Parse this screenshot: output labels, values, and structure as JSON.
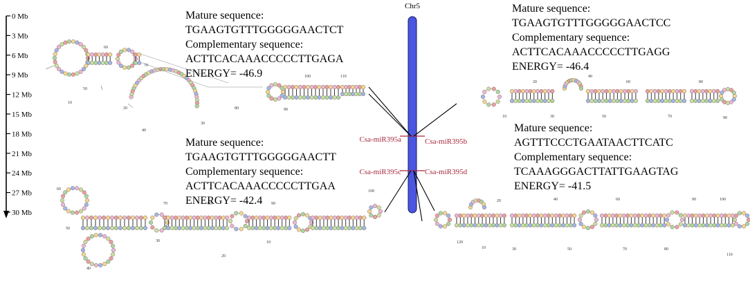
{
  "scale": {
    "ticks": [
      "0 Mb",
      "3 Mb",
      "6 Mb",
      "9 Mb",
      "12 Mb",
      "15 Mb",
      "18 Mb",
      "21 Mb",
      "24 Mb",
      "27 Mb",
      "30 Mb"
    ]
  },
  "chromosome": {
    "label": "Chr5",
    "color": "#4a56e0"
  },
  "loci": [
    {
      "name": "Csa-miR395a",
      "side": "left",
      "pair": 1
    },
    {
      "name": "Csa-miR395b",
      "side": "right",
      "pair": 1
    },
    {
      "name": "Csa-miR395c",
      "side": "left",
      "pair": 2
    },
    {
      "name": "Csa-miR395d",
      "side": "right",
      "pair": 2
    }
  ],
  "locus_color": "#a8283c",
  "panels": [
    {
      "id": "top-left",
      "mature_label": "Mature sequence:",
      "mature": "TGAAGTGTTTGGGGGAACTCT",
      "comp_label": "Complementary sequence:",
      "comp": "ACTTCACAAACCCCCTTGAGA",
      "energy": "ENERGY= -46.9"
    },
    {
      "id": "top-right",
      "mature_label": "Mature sequence:",
      "mature": "TGAAGTGTTTGGGGGAACTCC",
      "comp_label": "Complementary sequence:",
      "comp": "ACTTCACAAACCCCCTTGAGG",
      "energy": "ENERGY= -46.4"
    },
    {
      "id": "bottom-left",
      "mature_label": "Mature sequence:",
      "mature": "TGAAGTGTTTGGGGGAACTT",
      "comp_label": "Complementary sequence:",
      "comp": "ACTTCACAAACCCCCTTGAA",
      "energy": "ENERGY= -42.4"
    },
    {
      "id": "bottom-right",
      "mature_label": "Mature sequence:",
      "mature": "AGTTTCCCTGAATAACTTCATC",
      "comp_label": "Complementary sequence:",
      "comp": "TCAAAGGGACTTATTGAAGTAG",
      "energy": "ENERGY= -41.5"
    }
  ],
  "structure_numbers": {
    "tl": [
      "10",
      "20",
      "30",
      "40",
      "50",
      "60",
      "70",
      "80",
      "90",
      "100",
      "110"
    ],
    "tr": [
      "10",
      "20",
      "30",
      "40",
      "50",
      "60",
      "70",
      "80",
      "90"
    ],
    "bl": [
      "10",
      "20",
      "30",
      "40",
      "50",
      "60",
      "70",
      "80",
      "90",
      "100"
    ],
    "br": [
      "10",
      "20",
      "30",
      "40",
      "50",
      "60",
      "70",
      "80",
      "90",
      "100",
      "110",
      "120"
    ]
  },
  "nucleotide_colors": [
    "#e8a0a0",
    "#a8d8a0",
    "#f0d890",
    "#a0b8e8",
    "#e8b8d8",
    "#c8e0a0"
  ]
}
